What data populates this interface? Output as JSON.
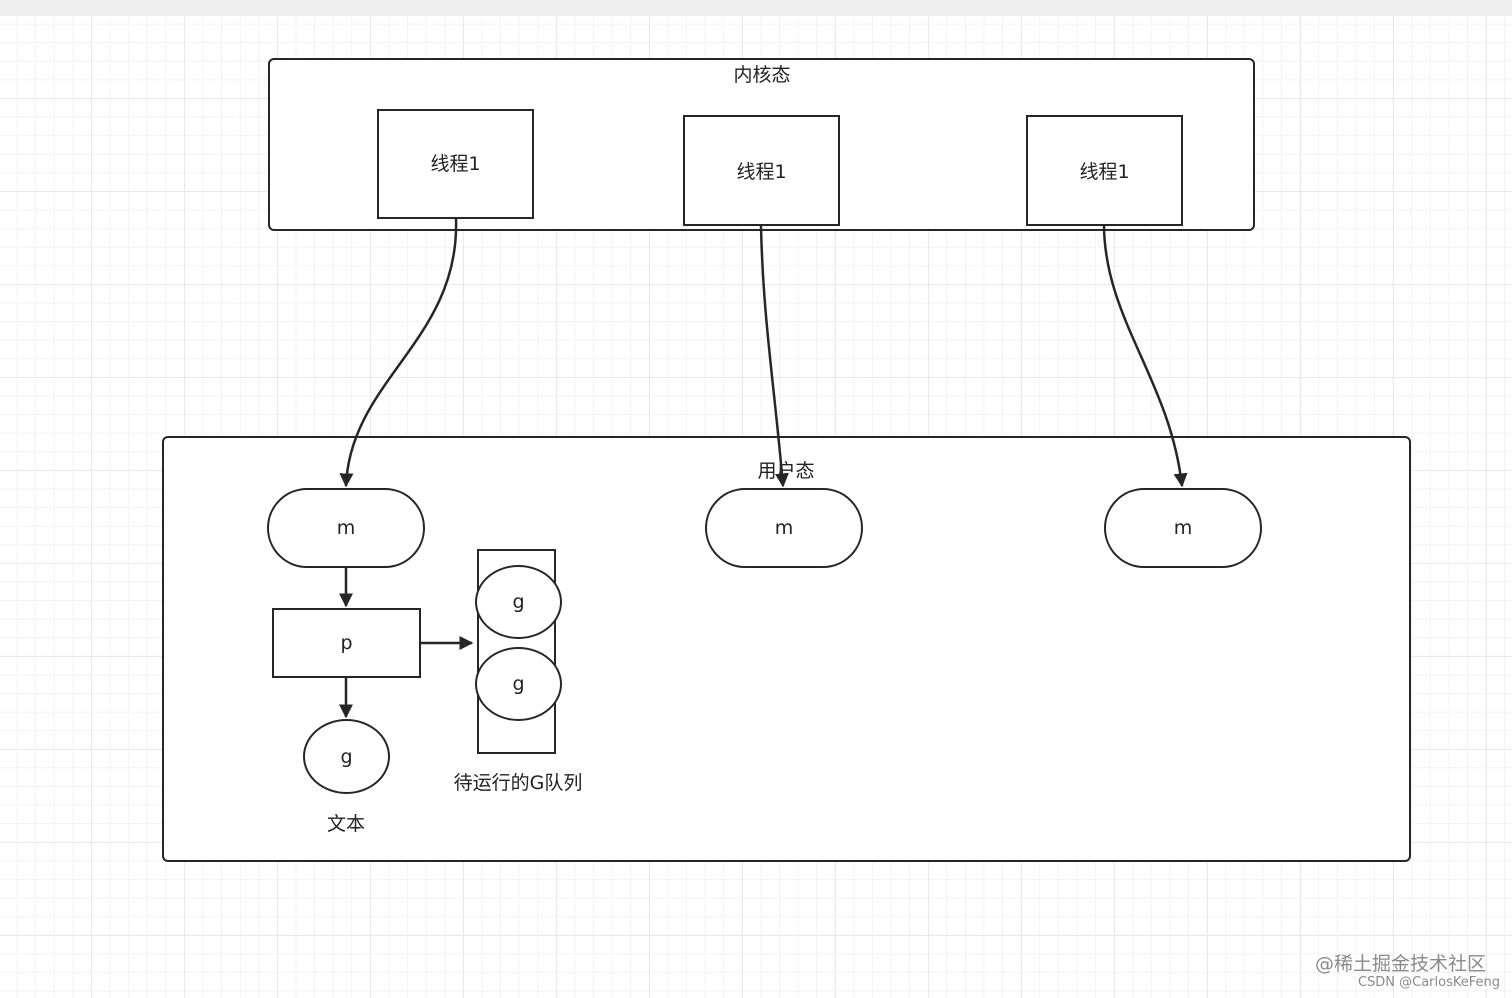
{
  "kernel": {
    "title": "内核态",
    "threads": [
      "线程1",
      "线程1",
      "线程1"
    ]
  },
  "user": {
    "title": "用户态",
    "m_nodes": [
      "m",
      "m",
      "m"
    ],
    "p_node": "p",
    "g_node": "g",
    "g_node_caption": "文本",
    "queue": {
      "items": [
        "g",
        "g"
      ],
      "caption": "待运行的G队列"
    }
  },
  "watermark": {
    "line1": "@稀土掘金技术社区",
    "line2": "CSDN @CarlosKeFeng"
  },
  "colors": {
    "stroke": "#262626",
    "grid": "#e9e9e9",
    "watermark": "#8a8a8a"
  }
}
